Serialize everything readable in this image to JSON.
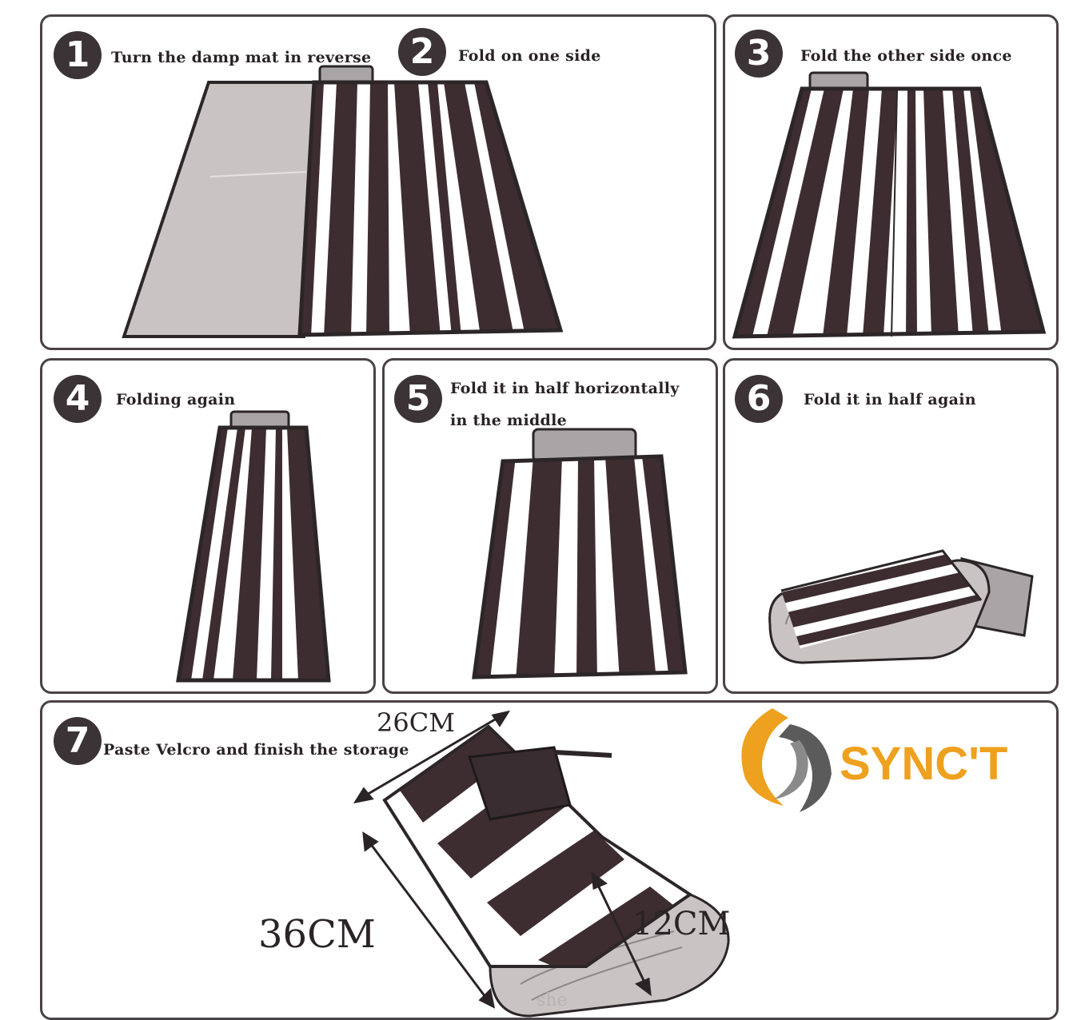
{
  "steps": [
    {
      "number": "1",
      "caption": "Turn the damp mat in reverse"
    },
    {
      "number": "2",
      "caption": "Fold on one side"
    },
    {
      "number": "3",
      "caption": "Fold the other side once"
    },
    {
      "number": "4",
      "caption": "Folding again"
    },
    {
      "number": "5",
      "caption_line1": "Fold it in half horizontally",
      "caption_line2": "in the middle"
    },
    {
      "number": "6",
      "caption": "Fold it in half again"
    },
    {
      "number": "7",
      "caption": "Paste Velcro and finish the storage"
    }
  ],
  "dimensions": {
    "width": "26CM",
    "length": "36CM",
    "height": "12CM"
  },
  "brand": {
    "name": "SYNC'T",
    "accent_color": "#eea11e",
    "gray_color": "#5b5b5b"
  },
  "watermark": "she",
  "colors": {
    "stripe_dark": "#3d2d31",
    "stripe_light": "#ffffff",
    "backing": "#c9c3c4",
    "handle": "#a9a4a5"
  }
}
